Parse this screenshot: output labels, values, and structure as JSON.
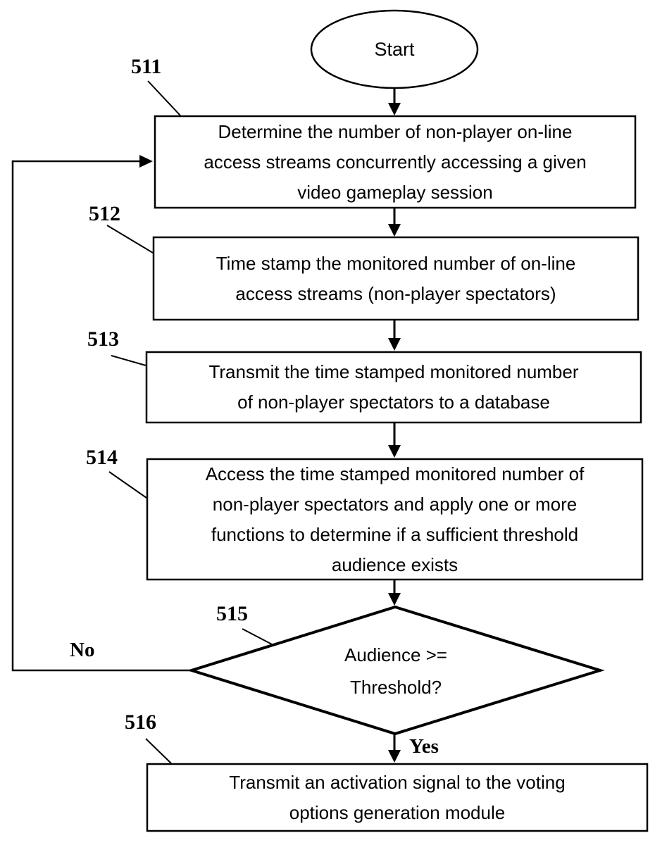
{
  "figure": {
    "background_color": "#ffffff",
    "line_color": "#000000"
  },
  "flowchart": {
    "start_label": "Start",
    "steps": [
      {
        "ref": "511",
        "text": [
          "Determine the number of non-player on-line",
          "access streams concurrently accessing a given",
          "video gameplay session"
        ]
      },
      {
        "ref": "512",
        "text": [
          "Time stamp the monitored number of on-line",
          "access streams (non-player spectators)"
        ]
      },
      {
        "ref": "513",
        "text": [
          "Transmit the time stamped monitored number",
          "of non-player spectators to a database"
        ]
      },
      {
        "ref": "514",
        "text": [
          "Access the time stamped monitored number of",
          "non-player spectators and apply one or more",
          "functions to determine if a sufficient threshold",
          "audience exists"
        ]
      }
    ],
    "decision": {
      "ref": "515",
      "text": [
        "Audience >=",
        "Threshold?"
      ],
      "no_label": "No",
      "yes_label": "Yes"
    },
    "final": {
      "ref": "516",
      "text": [
        "Transmit an activation signal to the voting",
        "options generation module"
      ]
    }
  }
}
